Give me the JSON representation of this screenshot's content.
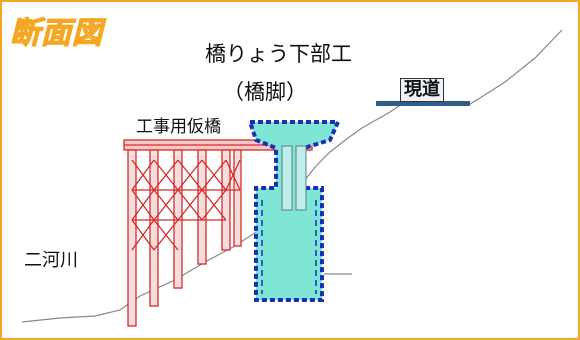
{
  "heading": "断面図",
  "title": {
    "line1": "橋りょう下部工",
    "line2": "（橋脚）"
  },
  "labels": {
    "road": "現道",
    "temp_bridge": "工事用仮橋",
    "river": "二河川"
  },
  "colors": {
    "frame": "#f5a623",
    "temp_bridge": "#d62b2b",
    "pier_fill": "#7fe6d6",
    "pier_outline": "#1a2fb8",
    "road_bar": "#2f5d8a",
    "ground": "#888888"
  }
}
